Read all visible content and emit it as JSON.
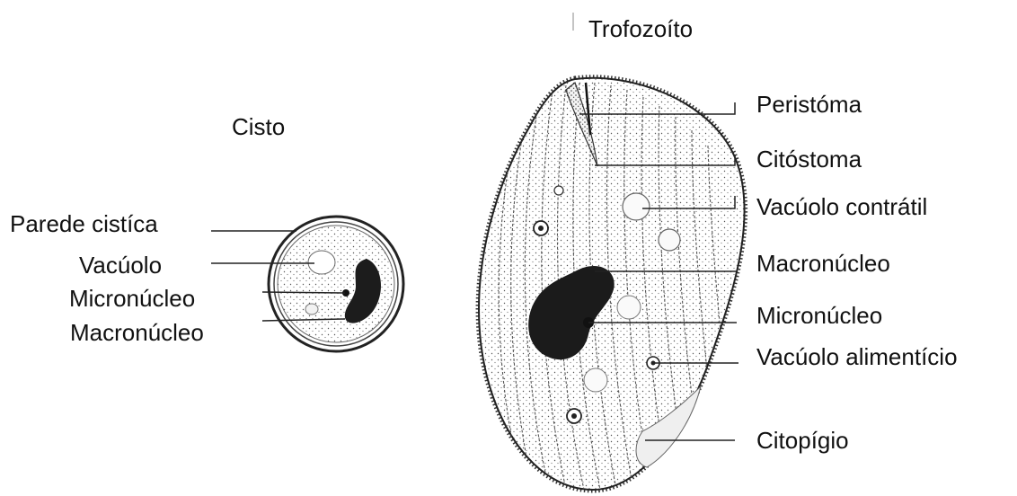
{
  "cyst": {
    "title": "Cisto",
    "labels": {
      "wall": "Parede cistíca",
      "vacuole": "Vacúolo",
      "micronucleus": "Micronúcleo",
      "macronucleus": "Macronúcleo"
    }
  },
  "trophozoite": {
    "title": "Trofozoíto",
    "labels": {
      "peristome": "Peristóma",
      "cytostome": "Citóstoma",
      "contractile_vacuole": "Vacúolo contrátil",
      "macronucleus": "Macronúcleo",
      "micronucleus": "Micronúcleo",
      "food_vacuole": "Vacúolo alimentício",
      "cytopyge": "Citopígio"
    }
  }
}
